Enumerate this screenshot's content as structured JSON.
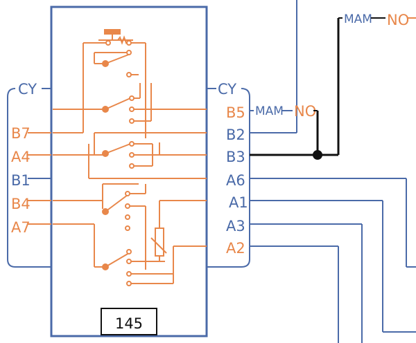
{
  "left_group": "CY",
  "right_group": "CY",
  "left_pins": [
    "B7",
    "A4",
    "B1",
    "B4",
    "A7"
  ],
  "left_pin_colors": [
    "orange",
    "orange",
    "blue",
    "orange",
    "orange"
  ],
  "right_pins": [
    "B5",
    "B2",
    "B3",
    "A6",
    "A1",
    "A3",
    "A2"
  ],
  "right_pin_colors": [
    "orange",
    "blue",
    "blue",
    "blue",
    "blue",
    "blue",
    "orange"
  ],
  "component_number": "145",
  "top_connector": {
    "a": "MAM",
    "b": "NO"
  },
  "mid_connector": {
    "a": "MAM",
    "b": "NO"
  },
  "colors": {
    "blue": "#4a6aa8",
    "orange": "#e8874a",
    "black": "#111111"
  }
}
